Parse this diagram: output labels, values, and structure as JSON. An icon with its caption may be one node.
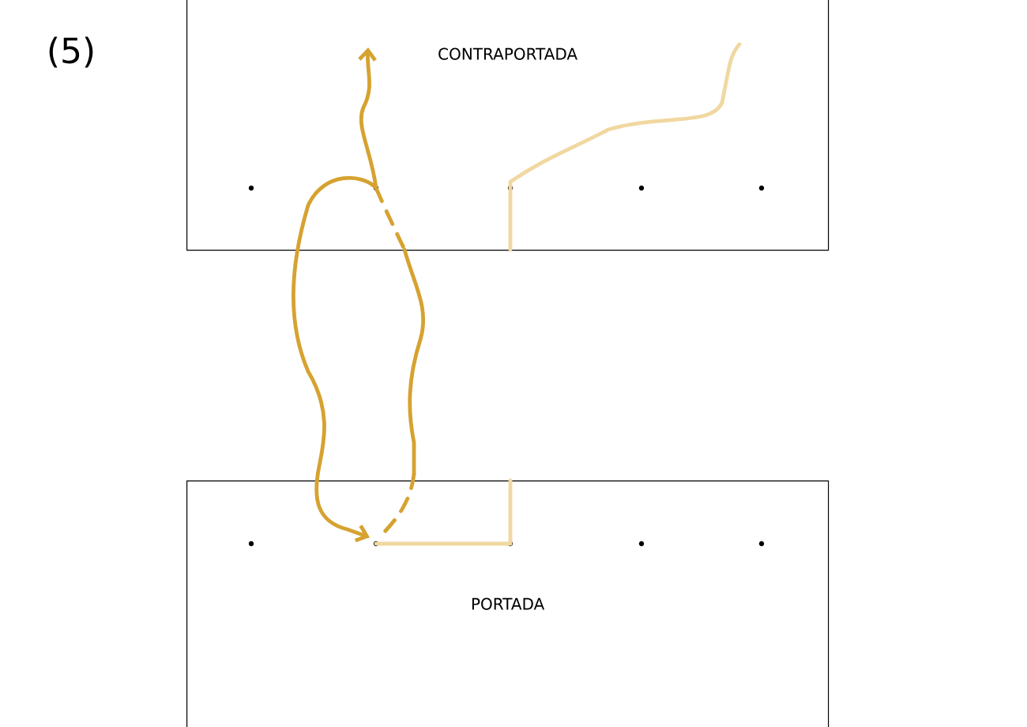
{
  "diagram": {
    "nodes": [
      {
        "text": [
          "CONTRAPORTADA"
        ]
      },
      {
        "text": [
          "PORTADA"
        ]
      }
    ],
    "edges": [
      {
        "from": 0,
        "to": 1,
        "arrow": "both"
      }
    ],
    "labels": [
      "(5)"
    ]
  }
}
